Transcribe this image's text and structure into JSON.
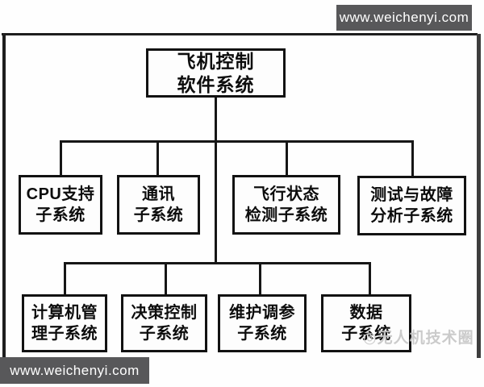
{
  "watermarks": {
    "top_right_label": "www.weichenyi.com",
    "bottom_left_label": "www.weichenyi.com",
    "ghost_label": "◎无人机技术圈"
  },
  "colors": {
    "watermark_bar_bg": "#58585a",
    "watermark_text": "#ffffff",
    "diagram_line": "#161616",
    "box_border": "#121212",
    "ghost_watermark": "#c6c6c6",
    "background": "#fefefe"
  },
  "diagram": {
    "type": "tree",
    "root": {
      "label": "飞机控制软件系统",
      "line1": "飞机控制",
      "line2": "软件系统"
    },
    "level1": [
      {
        "id": "cpu-support",
        "label": "CPU支持子系统",
        "line1": "CPU支持",
        "line2": "子系统"
      },
      {
        "id": "communication",
        "label": "通讯子系统",
        "line1": "通讯",
        "line2": "子系统"
      },
      {
        "id": "flight-status-detection",
        "label": "飞行状态检测子系统",
        "line1": "飞行状态",
        "line2": "检测子系统"
      },
      {
        "id": "test-fault-analysis",
        "label": "测试与故障分析子系统",
        "line1": "测试与故障",
        "line2": "分析子系统"
      }
    ],
    "level2": [
      {
        "id": "computer-management",
        "label": "计算机管理子系统",
        "line1": "计算机管",
        "line2": "理子系统"
      },
      {
        "id": "decision-control",
        "label": "决策控制子系统",
        "line1": "决策控制",
        "line2": "子系统"
      },
      {
        "id": "maintenance-tuning",
        "label": "维护调参子系统",
        "line1": "维护调参",
        "line2": "子系统"
      },
      {
        "id": "data",
        "label": "数据子系统",
        "line1": "数据",
        "line2": "子系统"
      }
    ]
  }
}
